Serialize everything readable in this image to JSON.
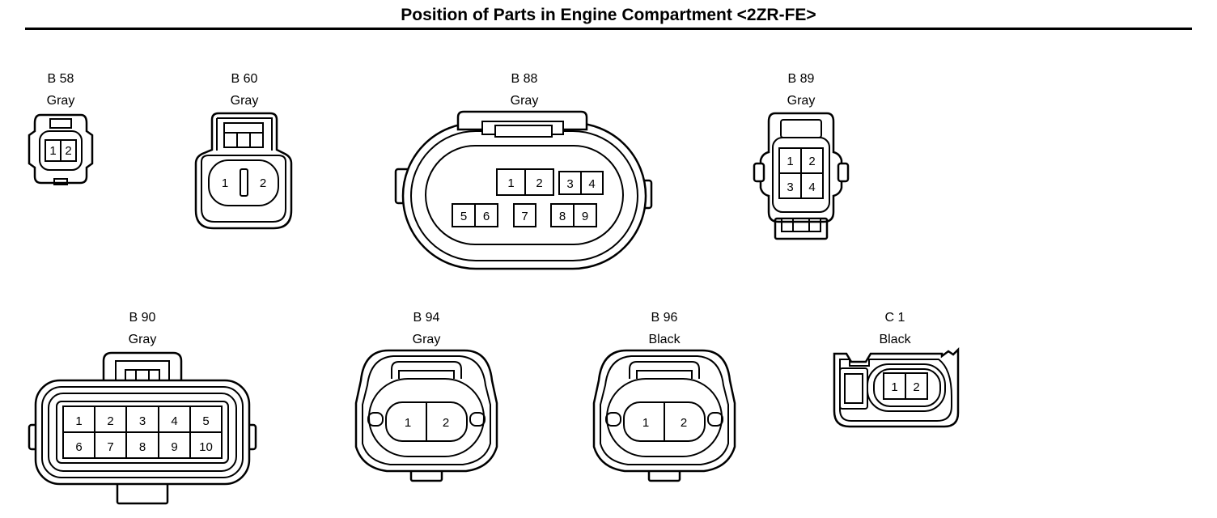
{
  "title": "Position of Parts in Engine Compartment <2ZR-FE>",
  "connectors": [
    {
      "id": "B 58",
      "color": "Gray",
      "pins": [
        "1",
        "2"
      ]
    },
    {
      "id": "B 60",
      "color": "Gray",
      "pins": [
        "1",
        "2"
      ]
    },
    {
      "id": "B 88",
      "color": "Gray",
      "pins": [
        "1",
        "2",
        "3",
        "4",
        "5",
        "6",
        "7",
        "8",
        "9"
      ]
    },
    {
      "id": "B 89",
      "color": "Gray",
      "pins": [
        "1",
        "2",
        "3",
        "4"
      ]
    },
    {
      "id": "B 90",
      "color": "Gray",
      "pins": [
        "1",
        "2",
        "3",
        "4",
        "5",
        "6",
        "7",
        "8",
        "9",
        "10"
      ]
    },
    {
      "id": "B 94",
      "color": "Gray",
      "pins": [
        "1",
        "2"
      ]
    },
    {
      "id": "B 96",
      "color": "Black",
      "pins": [
        "1",
        "2"
      ]
    },
    {
      "id": "C 1",
      "color": "Black",
      "pins": [
        "1",
        "2"
      ]
    }
  ]
}
